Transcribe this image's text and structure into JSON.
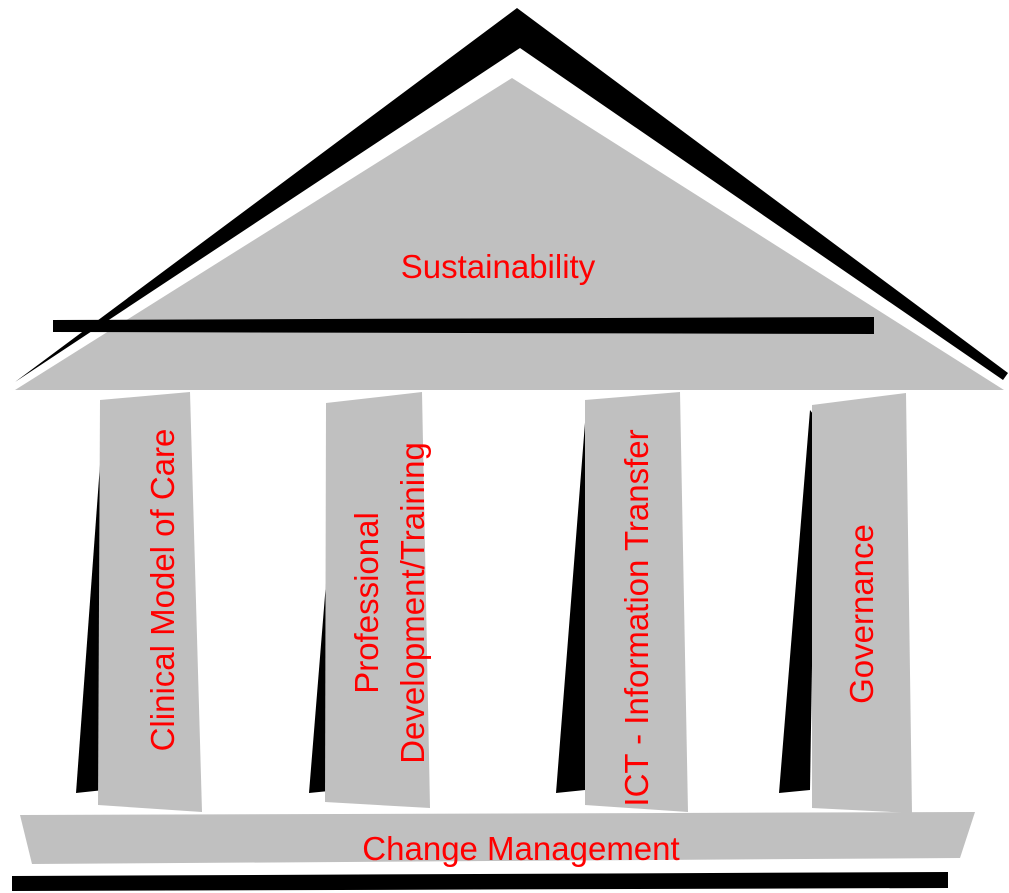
{
  "diagram": {
    "roof_label": "Sustainability",
    "base_label": "Change Management",
    "pillars": [
      {
        "lines": [
          "Clinical Model of Care"
        ]
      },
      {
        "lines": [
          "Professional",
          "Development/Training"
        ]
      },
      {
        "lines": [
          "ICT - Information Transfer"
        ]
      },
      {
        "lines": [
          "Governance"
        ]
      }
    ]
  },
  "colors": {
    "stone": "#c0c0c0",
    "shadow": "#000000",
    "label": "#ff0000",
    "background": "#ffffff"
  }
}
